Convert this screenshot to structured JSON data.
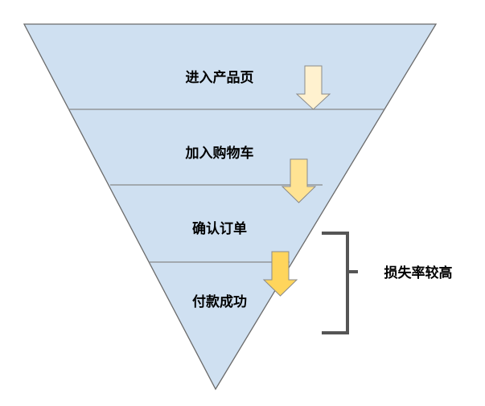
{
  "funnel": {
    "stages": [
      {
        "label": "进入产品页"
      },
      {
        "label": "加入购物车"
      },
      {
        "label": "确认订单"
      },
      {
        "label": "付款成功"
      }
    ],
    "fill_color": "#cfe0f1",
    "stroke_color": "#6b6b6b"
  },
  "arrows": [
    {
      "color": "#fff1cf"
    },
    {
      "color": "#ffe393"
    },
    {
      "color": "#ffd55c"
    }
  ],
  "annotation": {
    "label": "损失率较高",
    "bracket_color": "#555555"
  }
}
